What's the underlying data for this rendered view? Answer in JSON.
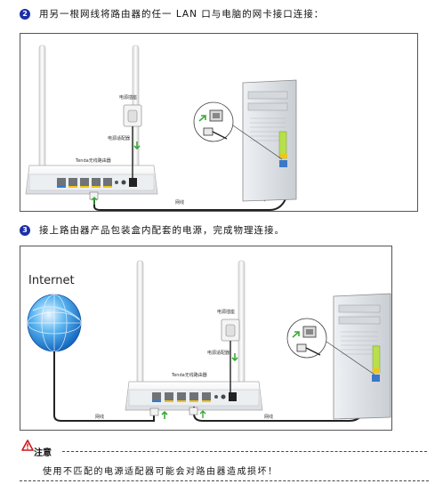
{
  "step2": {
    "num": "2",
    "text": "用另一根网线将路由器的任一 LAN 口与电脑的网卡接口连接："
  },
  "step3": {
    "num": "3",
    "text": "接上路由器产品包装盒内配套的电源，完成物理连接。"
  },
  "diagram1": {
    "power_socket": "电源插座",
    "power_adapter": "电源适配器",
    "router_brand": "Tenda无线路由器",
    "cable": "网线"
  },
  "diagram2": {
    "internet": "Internet",
    "power_socket": "电源插座",
    "power_adapter": "电源适配器",
    "router_brand": "Tenda无线路由器",
    "cable_left": "网线",
    "cable_right": "网线"
  },
  "note": {
    "title": "注意",
    "text": "使用不匹配的电源适配器可能会对路由器造成损坏！"
  },
  "colors": {
    "step_num": "#1b2fa8",
    "arrow_green": "#3aa935",
    "warning_red": "#d0141c",
    "globe_blue": "#1e7fd8"
  }
}
